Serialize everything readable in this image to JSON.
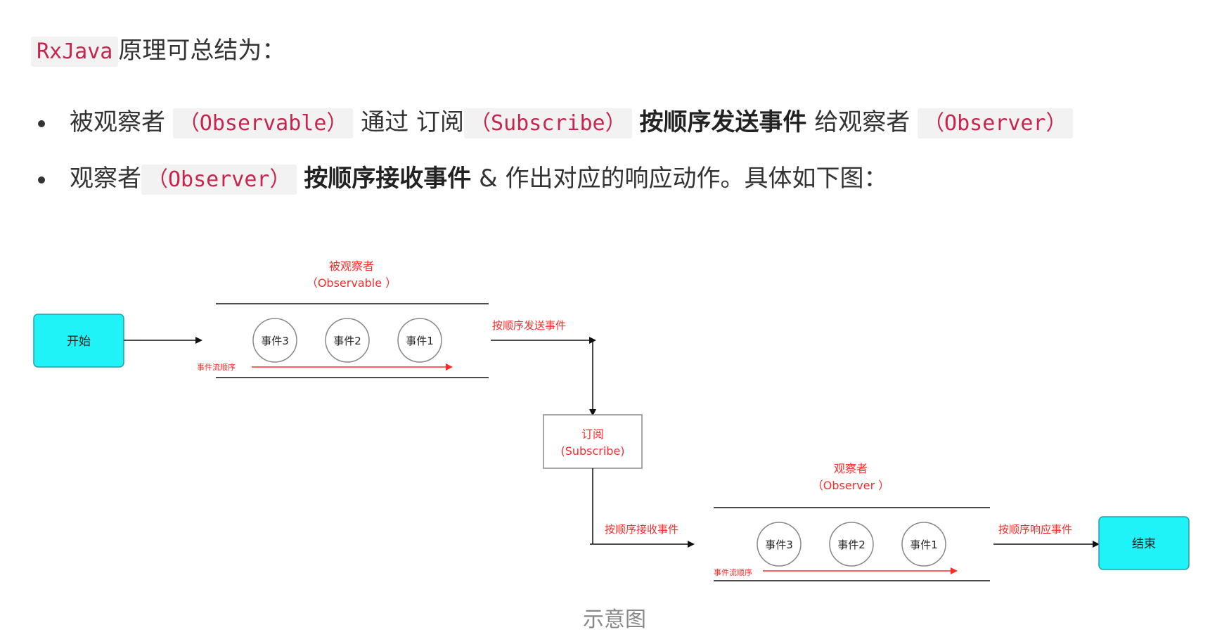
{
  "intro": {
    "code": "RxJava",
    "text": "原理可总结为："
  },
  "bullets": [
    {
      "t1": "被观察者",
      "c1": "（Observable）",
      "t2": "通过 订阅",
      "c2": "（Subscribe）",
      "b1": "按顺序发送事件",
      "t3": "给观察者",
      "c3": "（Observer）"
    },
    {
      "t1": "观察者",
      "c1": "（Observer）",
      "b1": "按顺序接收事件",
      "t2": "& 作出对应的响应动作。具体如下图："
    }
  ],
  "diagram": {
    "start_label": "开始",
    "end_label": "结束",
    "observable_title": "被观察者",
    "observable_sub": "（Observable ）",
    "observer_title": "观察者",
    "observer_sub": "（Observer ）",
    "subscribe_title": "订阅",
    "subscribe_sub": "(Subscribe)",
    "send_label": "按顺序发送事件",
    "receive_label": "按顺序接收事件",
    "respond_label": "按顺序响应事件",
    "flow_label": "事件流顺序",
    "events": [
      "事件3",
      "事件2",
      "事件1"
    ],
    "colors": {
      "terminal_fill": "#1ff3f7",
      "terminal_stroke": "#2a9ca8",
      "annotation": "#ff2a2a",
      "line": "#111111"
    }
  },
  "caption": "示意图"
}
